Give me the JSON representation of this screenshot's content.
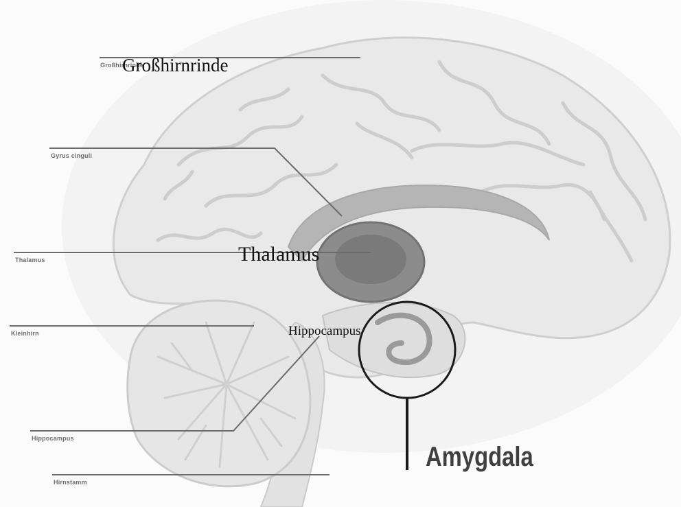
{
  "labels": {
    "grosshirnrinde_small": "Großhirnrinde",
    "grosshirnrinde": "Großhirnrinde",
    "gyrus": "Gyrus cinguli",
    "thalamus_small": "Thalamus",
    "thalamus": "Thalamus",
    "kleinhirn": "Kleinhirn",
    "hippocampus_small": "Hippocampus",
    "hippocampus": "Hippocampus",
    "hirnstamm": "Hirnstamm",
    "amygdala": "Amygdala"
  },
  "colors": {
    "background": "#fbfbfb",
    "brain_fill": "#e8e8e8",
    "brain_fold": "#c9c9c9",
    "thalamus_fill": "#8a8a8a",
    "leader_line": "#6b6b6b",
    "amygdala_circle": "#1a1a1a"
  }
}
